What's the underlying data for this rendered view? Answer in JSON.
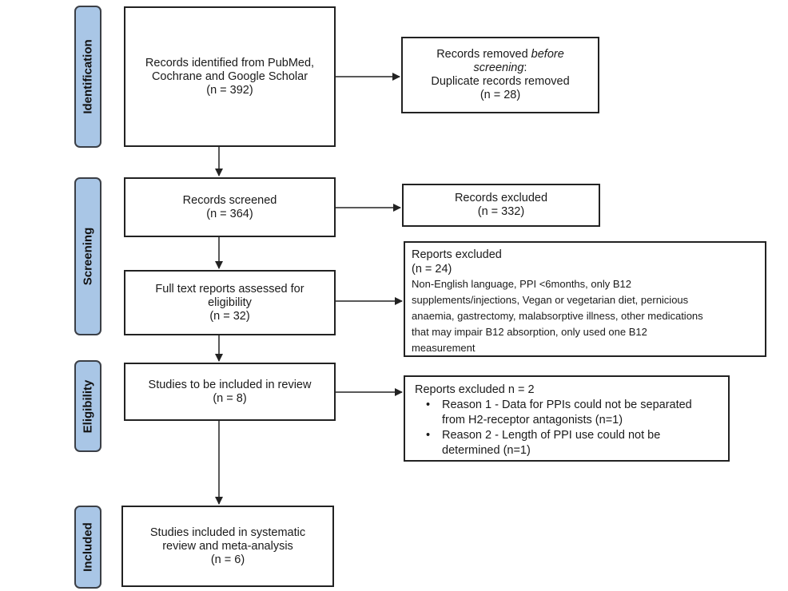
{
  "phases": {
    "identification": "Identification",
    "screening": "Screening",
    "eligibility": "Eligibility",
    "included": "Included"
  },
  "identified": {
    "line1": "Records identified from PubMed,",
    "line2": "Cochrane and Google Scholar",
    "line3": "(n = 392)"
  },
  "removed": {
    "line1_a": "Records removed ",
    "line1_b": "before",
    "line2": "screening",
    "line2_colon": ":",
    "line3": "Duplicate records removed",
    "line4": "(n = 28)"
  },
  "screened": {
    "line1": "Records screened",
    "line2": "(n = 364)"
  },
  "excluded": {
    "line1": "Records excluded",
    "line2": "(n = 332)"
  },
  "fulltext": {
    "line1": "Full text reports assessed for",
    "line2": "eligibility",
    "line3": "(n = 32)"
  },
  "reports_excluded": {
    "line1": "Reports excluded",
    "line2": "(n = 24)",
    "line3": "Non-English language, PPI <6months, only B12",
    "line4": "supplements/injections, Vegan or vegetarian diet, pernicious",
    "line5": "anaemia, gastrectomy, malabsorptive illness, other medications",
    "line6": "that may impair B12 absorption, only used one B12",
    "line7": "measurement"
  },
  "to_include": {
    "line1": "Studies to be included in review",
    "line2": "(n = 8)"
  },
  "reports_excluded2": {
    "line1": "Reports excluded n = 2",
    "reason1_a": "Reason 1 - Data for PPIs could not be separated",
    "reason1_b": "from H2-receptor antagonists (n=1)",
    "reason2_a": "Reason 2 - Length of PPI use could not be",
    "reason2_b": "determined (n=1)"
  },
  "included": {
    "line1": "Studies included in systematic",
    "line2": "review and meta-analysis",
    "line3": "(n = 6)"
  }
}
